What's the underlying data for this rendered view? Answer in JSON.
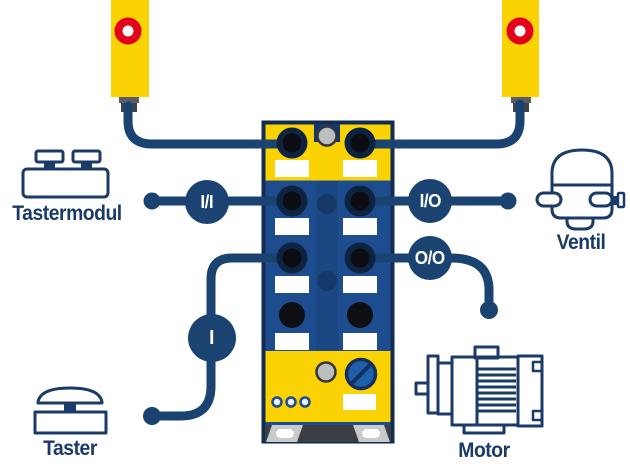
{
  "colors": {
    "yellow": "#fbd304",
    "red": "#e2001a",
    "navy": "#1a3a68",
    "cable": "#1b4372",
    "module-blue": "#1e4d8f",
    "module-border": "#122b50"
  },
  "devices": {
    "tastermodul": {
      "label": "Tastermodul",
      "connection": "I/I"
    },
    "ventil": {
      "label": "Ventil",
      "connection": "I/O"
    },
    "motor": {
      "label": "Motor",
      "connection": "O/O"
    },
    "taster": {
      "label": "Taster",
      "connection": "I"
    }
  }
}
